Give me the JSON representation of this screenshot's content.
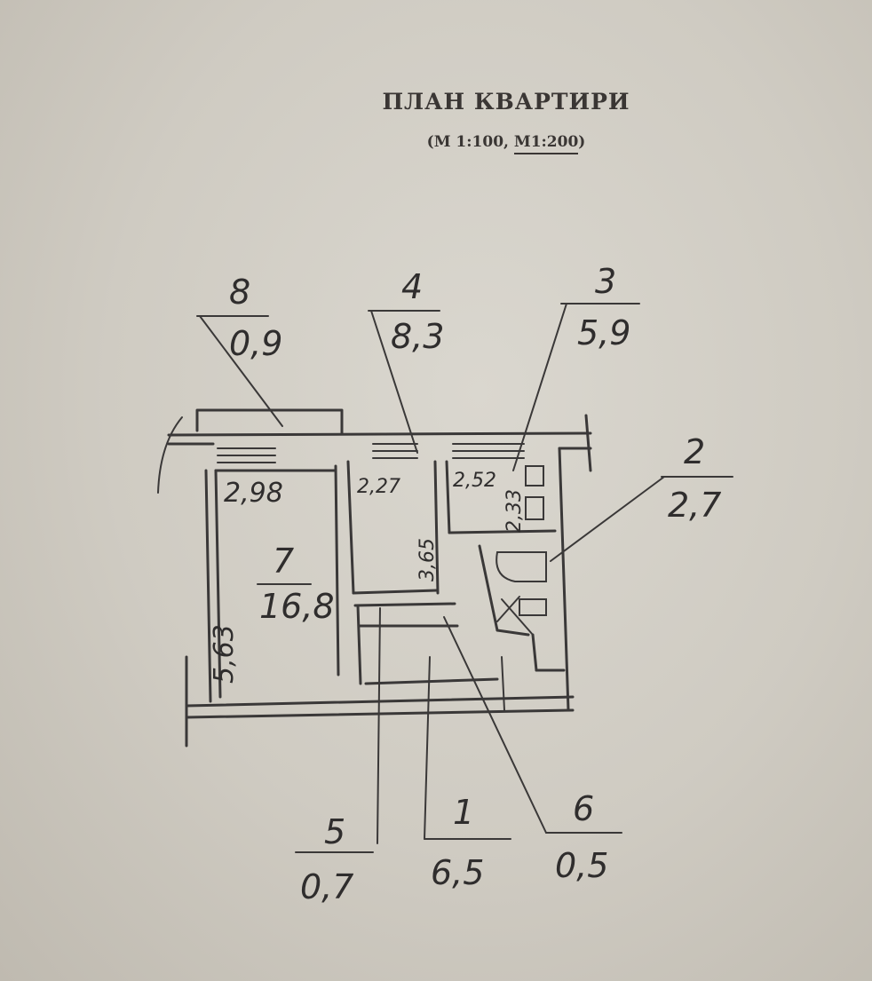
{
  "title": "ПЛАН КВАРТИРИ",
  "scale": {
    "prefix": "(М 1:100, ",
    "underlined": "М1:200",
    "suffix": ")"
  },
  "rooms": [
    {
      "id": "1",
      "number": "1",
      "area": "6,5"
    },
    {
      "id": "2",
      "number": "2",
      "area": "2,7"
    },
    {
      "id": "3",
      "number": "3",
      "area": "5,9"
    },
    {
      "id": "4",
      "number": "4",
      "area": "8,3"
    },
    {
      "id": "5",
      "number": "5",
      "area": "0,7"
    },
    {
      "id": "6",
      "number": "6",
      "area": "0,5"
    },
    {
      "id": "7",
      "number": "7",
      "area": "16,8"
    },
    {
      "id": "8",
      "number": "8",
      "area": "0,9"
    }
  ],
  "dimensions": {
    "room7_width": "2,98",
    "room7_length": "5,63",
    "room4_width": "2,27",
    "room4_length": "3,65",
    "room3_width": "2,52",
    "room3_length": "2,33"
  }
}
